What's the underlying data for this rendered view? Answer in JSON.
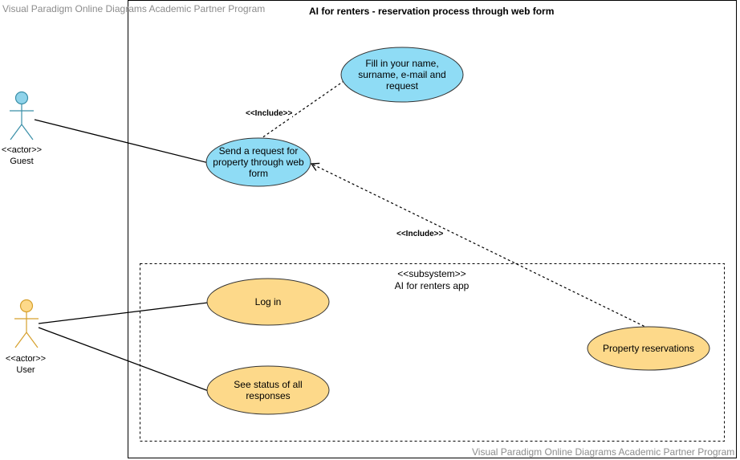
{
  "watermark_top": "Visual Paradigm Online Diagrams Academic Partner Program",
  "watermark_bottom": "Visual Paradigm Online Diagrams Academic Partner Program",
  "system": {
    "title": "AI for renters - reservation process through web form"
  },
  "subsystem": {
    "stereotype": "<<subsystem>>",
    "name": "AI for renters app"
  },
  "actors": {
    "guest": {
      "stereotype": "<<actor>>",
      "name": "Guest",
      "color": "#8fd3ea"
    },
    "user": {
      "stereotype": "<<actor>>",
      "name": "User",
      "color": "#fdd98a"
    }
  },
  "use_cases": {
    "fill_in": "Fill in your name, surname, e-mail and request",
    "send_request": "Send a request for property through web form",
    "log_in": "Log in",
    "see_status": "See status of all responses",
    "property_reservations": "Property reservations"
  },
  "relations": {
    "include_1": "<<Include>>",
    "include_2": "<<Include>>"
  },
  "colors": {
    "blue_fill": "#8fdcf5",
    "orange_fill": "#fdd98a",
    "outline": "#333333"
  }
}
